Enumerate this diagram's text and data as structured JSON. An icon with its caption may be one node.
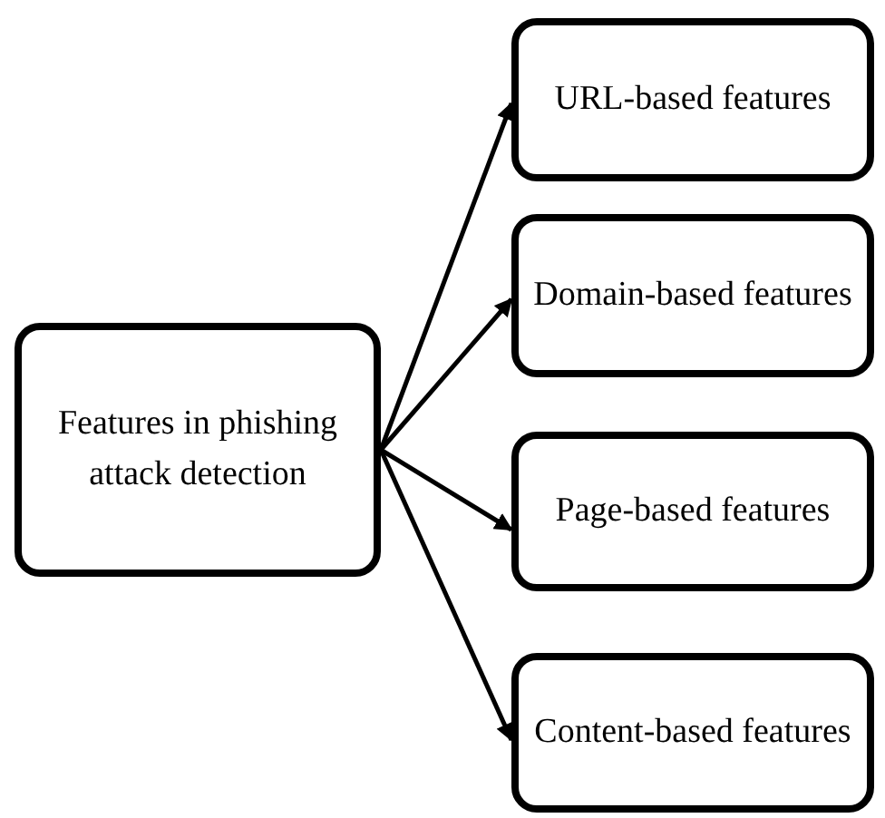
{
  "diagram": {
    "nodes": [
      {
        "text": [
          "Features in phishing attack detection"
        ]
      },
      {
        "text": [
          "URL-based features"
        ]
      },
      {
        "text": [
          "Domain-based features"
        ]
      },
      {
        "text": [
          "Page-based features"
        ]
      },
      {
        "text": [
          "Content-based features"
        ]
      }
    ],
    "edges": [
      {
        "from": 0,
        "to": 1,
        "arrow": "to"
      },
      {
        "from": 0,
        "to": 2,
        "arrow": "to"
      },
      {
        "from": 0,
        "to": 3,
        "arrow": "to"
      },
      {
        "from": 0,
        "to": 4,
        "arrow": "to"
      }
    ]
  }
}
